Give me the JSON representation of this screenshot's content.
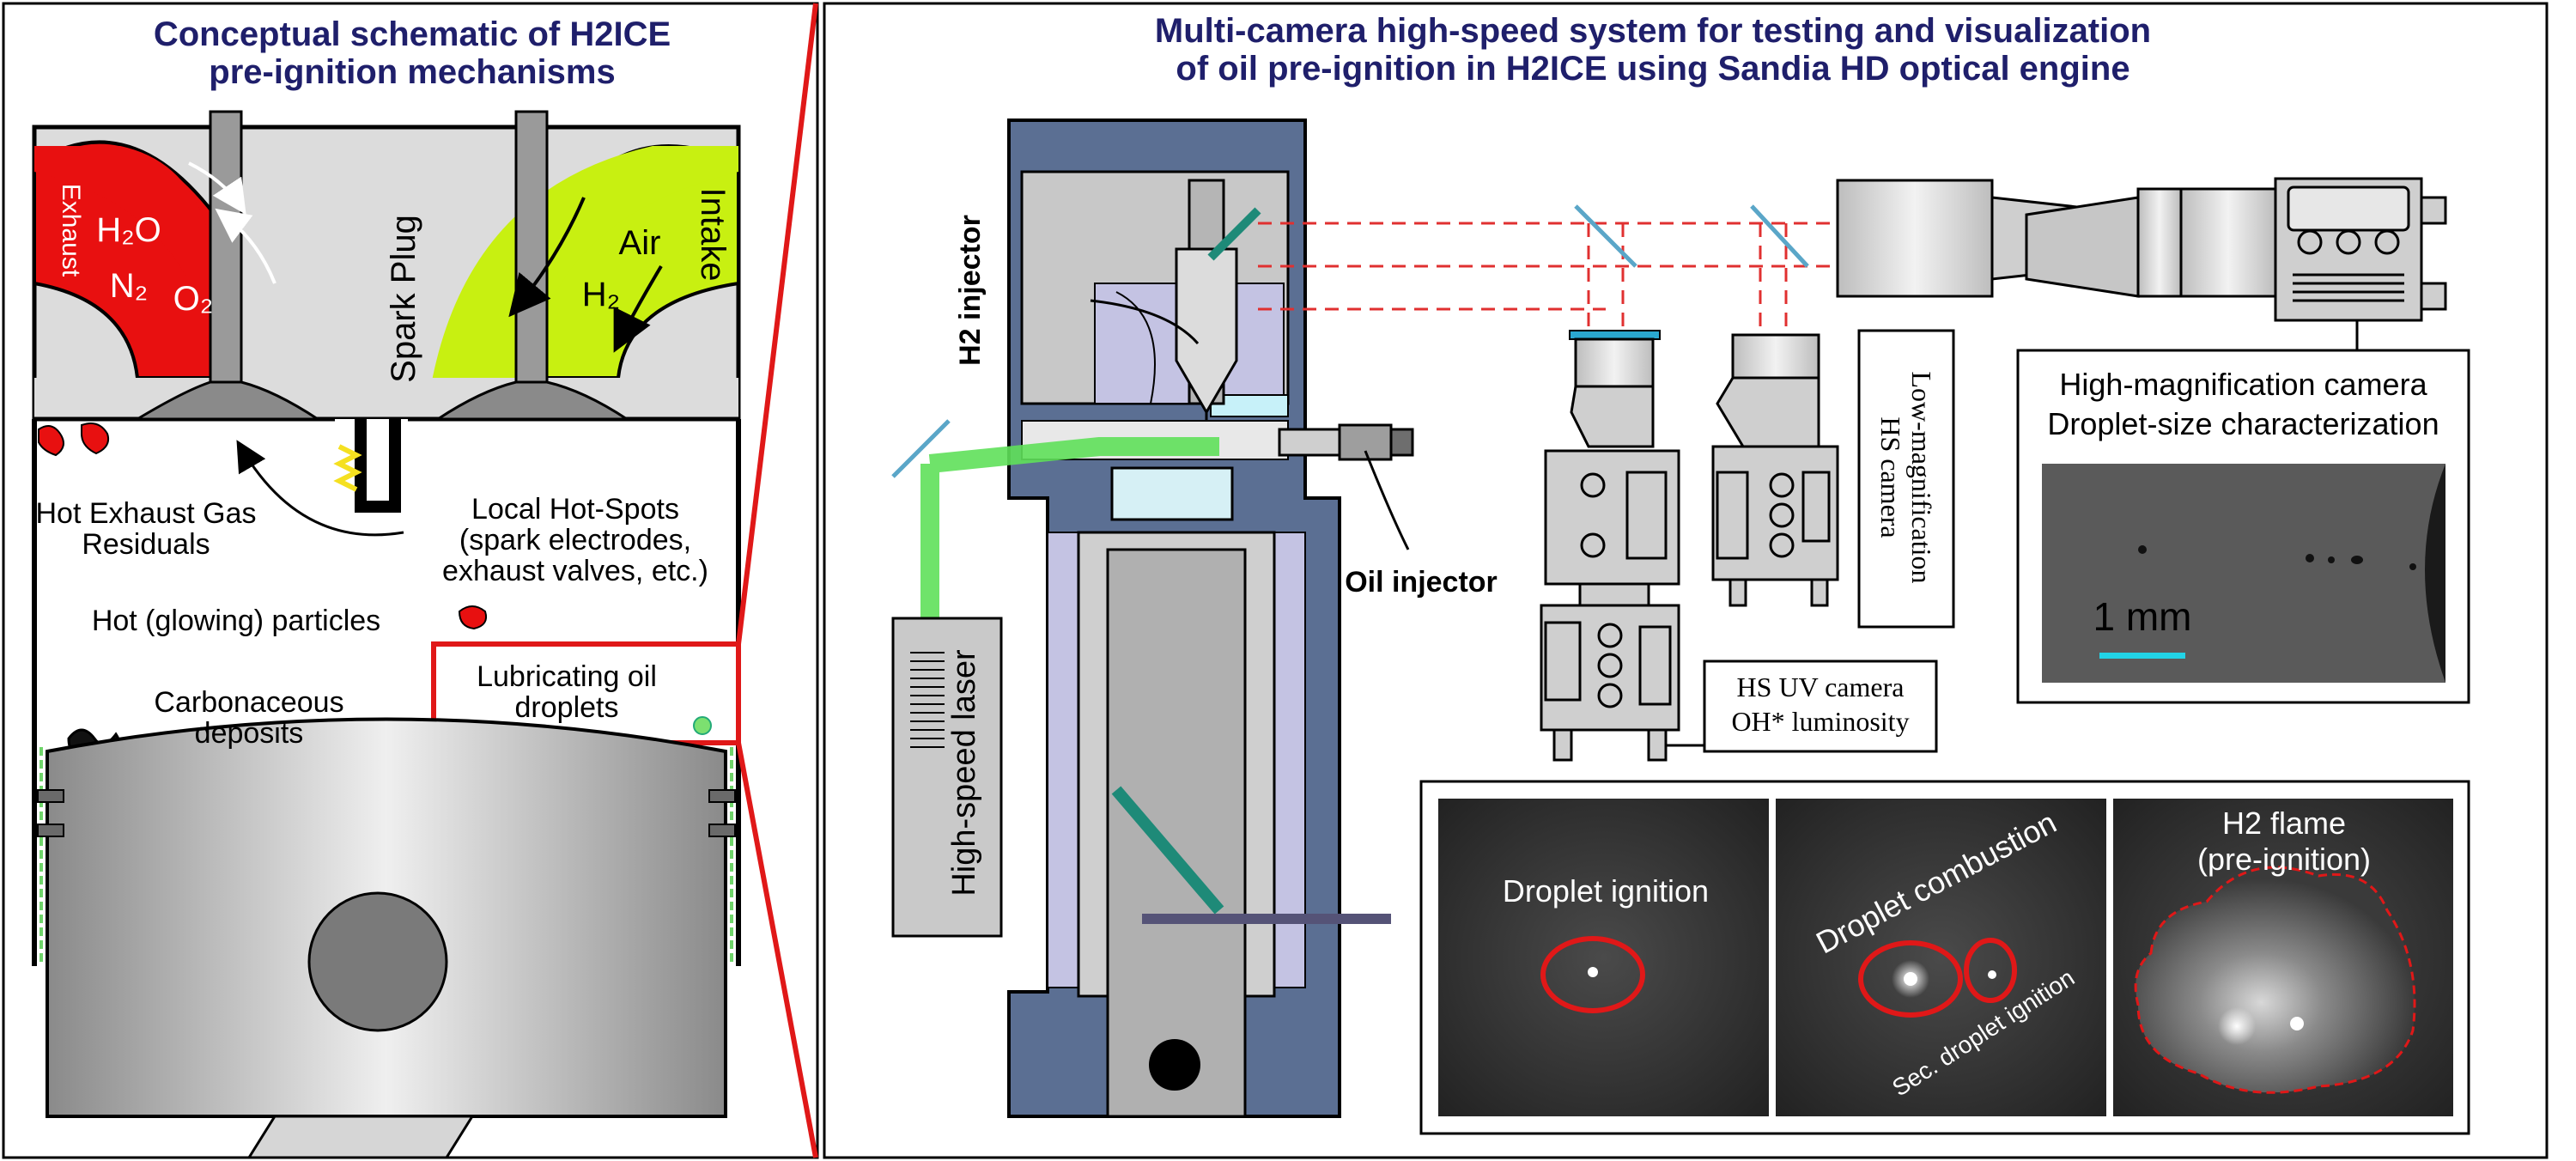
{
  "left_panel": {
    "title": "Conceptual schematic of H2ICE\npre-ignition mechanisms",
    "exhaust_label": "Exhaust",
    "intake_label": "Intake",
    "h2o_label": "H₂O",
    "n2_label": "N₂",
    "o2_label": "O₂",
    "air_label": "Air",
    "h2_label": "H₂",
    "spark_plug_label": "Spark Plug",
    "hot_exhaust_label": "Hot Exhaust Gas\nResiduals",
    "local_hotspots_label": "Local Hot-Spots\n(spark electrodes,\nexhaust valves, etc.)",
    "hot_particles_label": "Hot (glowing) particles",
    "lube_oil_label": "Lubricating oil\ndroplets",
    "carbon_label": "Carbonaceous\ndeposits",
    "colors": {
      "exhaust": "#e81010",
      "intake": "#c8f011",
      "callout": "#e01818",
      "title": "#1f1f6b"
    }
  },
  "right_panel": {
    "title": "Multi-camera high-speed system for testing and visualization\nof oil pre-ignition in H2ICE using Sandia HD optical engine",
    "h2_injector_label": "H2 injector",
    "oil_injector_label": "Oil injector",
    "laser_label": "High-speed laser",
    "low_mag_label": "Low-magnification\nHS camera",
    "uv_cam_label": "HS UV camera\nOH* luminosity",
    "high_mag_label": "High-magnification camera\nDroplet-size characterization",
    "scale_label": "1 mm",
    "images": [
      {
        "label": "Droplet ignition"
      },
      {
        "label": "Droplet combustion",
        "sub_label": "Sec. droplet ignition"
      },
      {
        "label": "H2 flame\n(pre-ignition)"
      }
    ],
    "colors": {
      "laser": "#5fe05a",
      "scale_bar": "#22d3e6",
      "engine_blue": "#5b6f93"
    }
  }
}
